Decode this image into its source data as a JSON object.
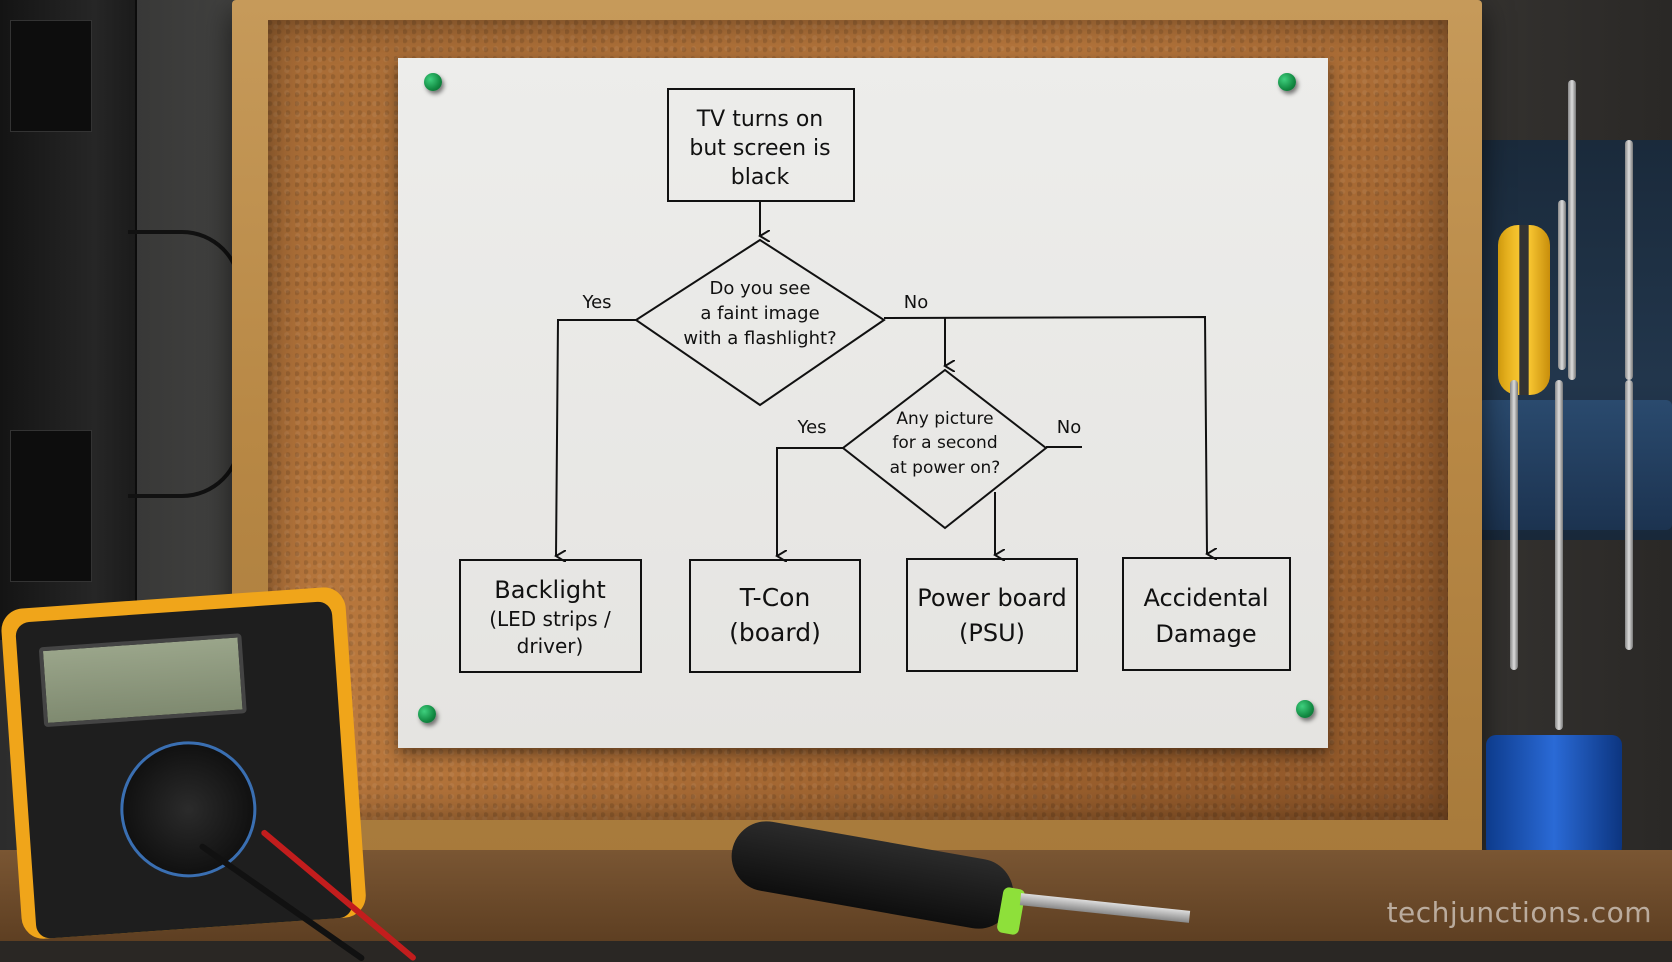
{
  "flowchart": {
    "start": [
      "TV turns on",
      "but screen is",
      "black"
    ],
    "decision1": [
      "Do you see",
      "a faint image",
      "with a flashlight?"
    ],
    "decision2": [
      "Any picture",
      "for a second",
      "at power on?"
    ],
    "yes_label": "Yes",
    "no_label": "No",
    "outcome_backlight": [
      "Backlight",
      "(LED strips /",
      "driver)"
    ],
    "outcome_tcon": [
      "T-Con",
      "(board)"
    ],
    "outcome_power": [
      "Power board",
      "(PSU)"
    ],
    "outcome_damage": [
      "Accidental",
      "Damage"
    ]
  },
  "watermark": "techjunctions.com",
  "colors": {
    "paper": "#e8e7e4",
    "ink": "#111111",
    "cork": "#b0723a",
    "frame": "#c08e4e",
    "pin": "#1a9a4c",
    "multimeter": "#f0a51a"
  }
}
